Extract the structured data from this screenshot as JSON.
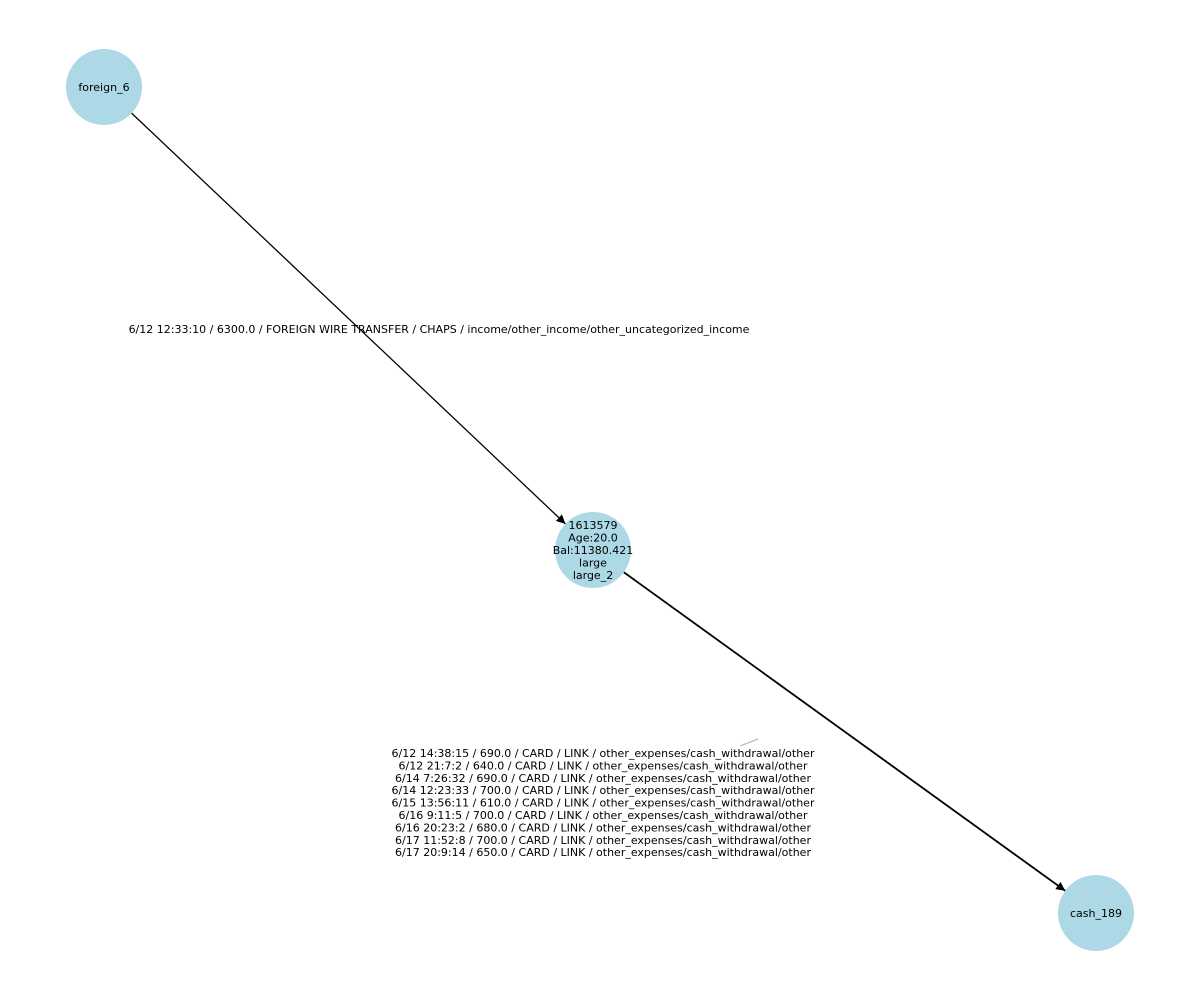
{
  "colors": {
    "node_fill": "#add8e6",
    "edge": "#000000",
    "text": "#000000",
    "background": "#ffffff"
  },
  "nodes": [
    {
      "id": "foreign_6",
      "lines": [
        "foreign_6"
      ]
    },
    {
      "id": "1613579",
      "lines": [
        "1613579",
        "Age:20.0",
        "Bal:11380.421",
        "large",
        "large_2"
      ]
    },
    {
      "id": "cash_189",
      "lines": [
        "cash_189"
      ]
    }
  ],
  "edges": [
    {
      "source": "foreign_6",
      "target": "1613579",
      "labels": [
        "6/12 12:33:10 / 6300.0 / FOREIGN WIRE TRANSFER / CHAPS / income/other_income/other_uncategorized_income"
      ]
    },
    {
      "source": "1613579",
      "target": "cash_189",
      "labels": [
        "6/12 14:38:15 / 690.0 / CARD / LINK / other_expenses/cash_withdrawal/other",
        "6/12 21:7:2 / 640.0 / CARD / LINK / other_expenses/cash_withdrawal/other",
        "6/14 7:26:32 / 690.0 / CARD / LINK / other_expenses/cash_withdrawal/other",
        "6/14 12:23:33 / 700.0 / CARD / LINK / other_expenses/cash_withdrawal/other",
        "6/15 13:56:11 / 610.0 / CARD / LINK / other_expenses/cash_withdrawal/other",
        "6/16 9:11:5 / 700.0 / CARD / LINK / other_expenses/cash_withdrawal/other",
        "6/16 20:23:2 / 680.0 / CARD / LINK / other_expenses/cash_withdrawal/other",
        "6/17 11:52:8 / 700.0 / CARD / LINK / other_expenses/cash_withdrawal/other",
        "6/17 20:9:14 / 650.0 / CARD / LINK / other_expenses/cash_withdrawal/other"
      ]
    }
  ]
}
